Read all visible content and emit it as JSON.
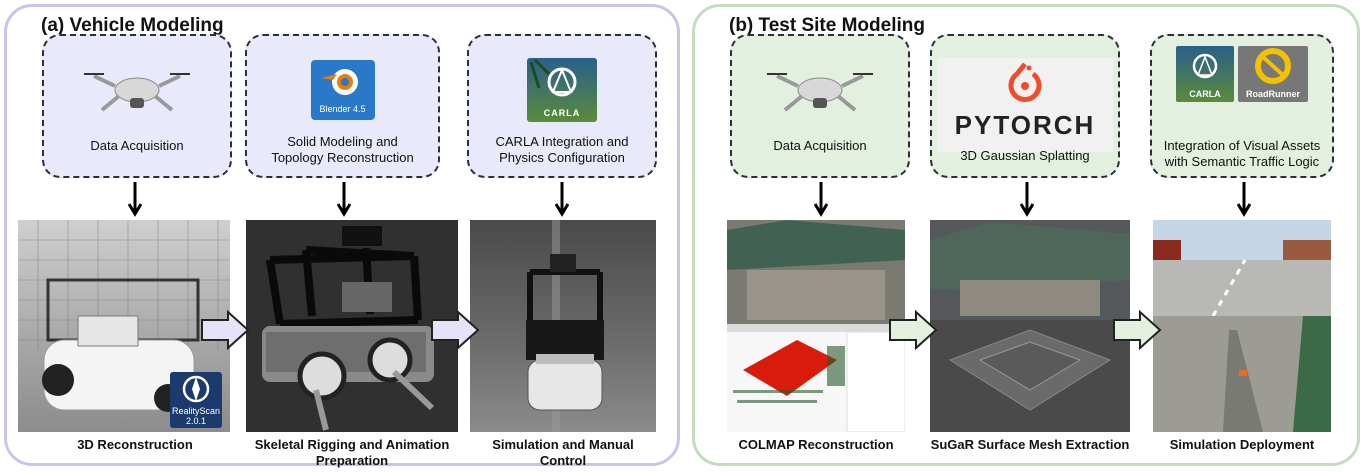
{
  "panel_a": {
    "title": "(a) Vehicle Modeling",
    "steps": [
      {
        "label": "Data Acquisition",
        "icon": "drone-icon"
      },
      {
        "label": "Solid Modeling and Topology Reconstruction",
        "icon": "blender-icon",
        "badge": "Blender 4.5"
      },
      {
        "label": "CARLA Integration and Physics Configuration",
        "icon": "carla-icon",
        "badge": "CARLA"
      }
    ],
    "captions": [
      "3D Reconstruction",
      "Skeletal Rigging and Animation Preparation",
      "Simulation and Manual Control"
    ],
    "app_badge": "RealityScan 2.0.1"
  },
  "panel_b": {
    "title": "(b) Test Site Modeling",
    "steps": [
      {
        "label": "Data Acquisition",
        "icon": "drone-icon"
      },
      {
        "label": "3D Gaussian Splatting",
        "icon": "pytorch-icon",
        "badge": "PYTORCH"
      },
      {
        "label": "Integration of Visual Assets with Semantic Traffic Logic",
        "icon": "carla-roadrunner-icon",
        "badge": "CARLA",
        "badge2": "RoadRunner"
      }
    ],
    "captions": [
      "COLMAP Reconstruction",
      "SuGaR Surface Mesh Extraction",
      "Simulation Deployment"
    ]
  },
  "colors": {
    "panel_a_border": "#c9c4ee",
    "panel_b_border": "#c6dcc0",
    "step_a_fill": "#e8e9fa",
    "step_b_fill": "#e3efdf",
    "flow_arrow_fill": "#e4e3f7"
  }
}
